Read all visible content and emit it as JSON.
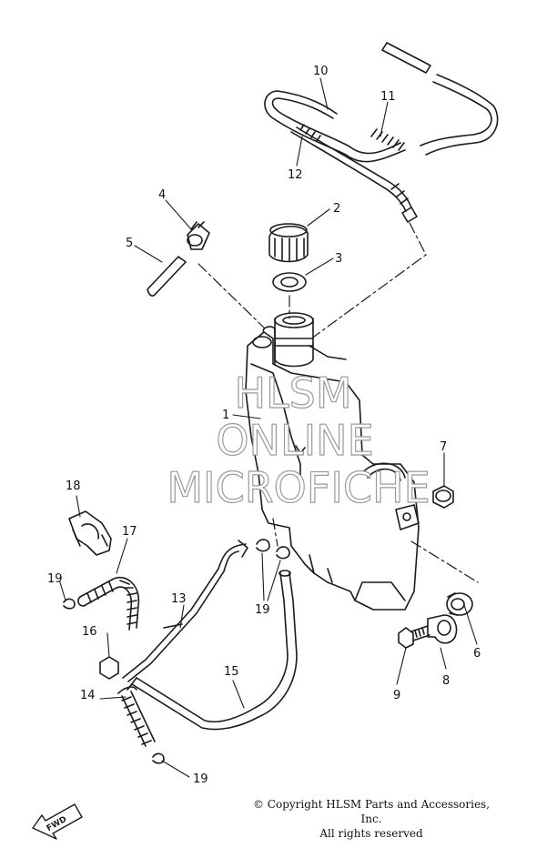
{
  "diagram": {
    "callouts": [
      "1",
      "2",
      "3",
      "4",
      "5",
      "6",
      "7",
      "8",
      "9",
      "10",
      "11",
      "12",
      "13",
      "14",
      "15",
      "16",
      "17",
      "18",
      "19"
    ],
    "watermark": [
      "HLSM",
      "ONLINE",
      "MICROFICHE"
    ],
    "fwd_label": "FWD",
    "colors": {
      "line": "#1a1a1a",
      "watermark_outline": "#9a9a9a"
    }
  },
  "copyright": {
    "line1": "© Copyright HLSM Parts and Accessories, Inc.",
    "line2": "All rights reserved"
  }
}
